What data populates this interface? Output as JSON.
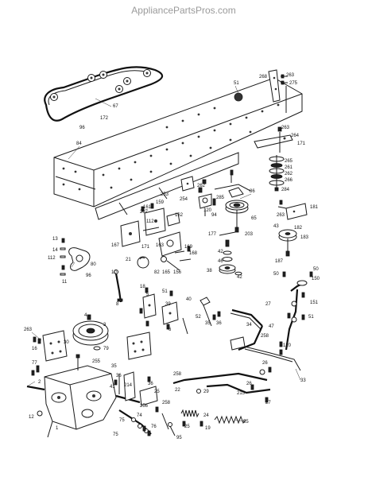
{
  "watermark": "AppliancePartsPros.com",
  "callouts": [
    {
      "id": "c51a",
      "text": "51"
    },
    {
      "id": "c268",
      "text": "268"
    },
    {
      "id": "c263a",
      "text": "263"
    },
    {
      "id": "c275",
      "text": "275"
    },
    {
      "id": "c263b",
      "text": "263"
    },
    {
      "id": "c264",
      "text": "264"
    },
    {
      "id": "c171a",
      "text": "171"
    },
    {
      "id": "c265",
      "text": "265"
    },
    {
      "id": "c261",
      "text": "261"
    },
    {
      "id": "c262a",
      "text": "262"
    },
    {
      "id": "c266",
      "text": "266"
    },
    {
      "id": "c284",
      "text": "284"
    },
    {
      "id": "c67",
      "text": "67"
    },
    {
      "id": "c96a",
      "text": "96"
    },
    {
      "id": "c172",
      "text": "172"
    },
    {
      "id": "c84",
      "text": "84"
    },
    {
      "id": "c262b",
      "text": "262"
    },
    {
      "id": "c86",
      "text": "86"
    },
    {
      "id": "c285",
      "text": "285"
    },
    {
      "id": "c253",
      "text": "253"
    },
    {
      "id": "c254",
      "text": "254"
    },
    {
      "id": "c65",
      "text": "65"
    },
    {
      "id": "c120a",
      "text": "120"
    },
    {
      "id": "c94",
      "text": "94"
    },
    {
      "id": "c263c",
      "text": "263"
    },
    {
      "id": "c181",
      "text": "181"
    },
    {
      "id": "c203",
      "text": "203"
    },
    {
      "id": "c161",
      "text": "161"
    },
    {
      "id": "c159",
      "text": "159"
    },
    {
      "id": "c207",
      "text": "207"
    },
    {
      "id": "c162",
      "text": "162"
    },
    {
      "id": "c112a",
      "text": "112"
    },
    {
      "id": "c43a",
      "text": "43"
    },
    {
      "id": "c182",
      "text": "182"
    },
    {
      "id": "c183",
      "text": "183"
    },
    {
      "id": "c13",
      "text": "13"
    },
    {
      "id": "c14",
      "text": "14"
    },
    {
      "id": "c112b",
      "text": "112"
    },
    {
      "id": "c167",
      "text": "167"
    },
    {
      "id": "c171b",
      "text": "171"
    },
    {
      "id": "c163",
      "text": "163"
    },
    {
      "id": "c177",
      "text": "177"
    },
    {
      "id": "c42a",
      "text": "42"
    },
    {
      "id": "c46",
      "text": "46"
    },
    {
      "id": "c169",
      "text": "169"
    },
    {
      "id": "c168",
      "text": "168"
    },
    {
      "id": "c187",
      "text": "187"
    },
    {
      "id": "c80",
      "text": "80"
    },
    {
      "id": "c96b",
      "text": "96"
    },
    {
      "id": "c11",
      "text": "11"
    },
    {
      "id": "c21",
      "text": "21"
    },
    {
      "id": "c82",
      "text": "82"
    },
    {
      "id": "c165",
      "text": "165"
    },
    {
      "id": "c156",
      "text": "156"
    },
    {
      "id": "c38",
      "text": "38"
    },
    {
      "id": "c42b",
      "text": "42"
    },
    {
      "id": "c50a",
      "text": "50"
    },
    {
      "id": "c50b",
      "text": "50"
    },
    {
      "id": "c150",
      "text": "150"
    },
    {
      "id": "c10",
      "text": "10"
    },
    {
      "id": "c18",
      "text": "18"
    },
    {
      "id": "c5",
      "text": "5"
    },
    {
      "id": "c51b",
      "text": "51"
    },
    {
      "id": "c8",
      "text": "8"
    },
    {
      "id": "c39",
      "text": "39"
    },
    {
      "id": "c40",
      "text": "40"
    },
    {
      "id": "c27a",
      "text": "27"
    },
    {
      "id": "c151",
      "text": "151"
    },
    {
      "id": "c4",
      "text": "4"
    },
    {
      "id": "c3",
      "text": "3"
    },
    {
      "id": "c6",
      "text": "6"
    },
    {
      "id": "c52",
      "text": "52"
    },
    {
      "id": "c35a",
      "text": "35"
    },
    {
      "id": "c36a",
      "text": "36"
    },
    {
      "id": "c47",
      "text": "47"
    },
    {
      "id": "c51c",
      "text": "51"
    },
    {
      "id": "c263d",
      "text": "263"
    },
    {
      "id": "c30",
      "text": "30"
    },
    {
      "id": "c16",
      "text": "16"
    },
    {
      "id": "c79",
      "text": "79"
    },
    {
      "id": "c34",
      "text": "34"
    },
    {
      "id": "c258",
      "text": "258"
    },
    {
      "id": "c120b",
      "text": "120"
    },
    {
      "id": "c33",
      "text": "33"
    },
    {
      "id": "c77",
      "text": "77"
    },
    {
      "id": "c255",
      "text": "255"
    },
    {
      "id": "c35b",
      "text": "35"
    },
    {
      "id": "c36b",
      "text": "36"
    },
    {
      "id": "c26a",
      "text": "26"
    },
    {
      "id": "c41",
      "text": "41"
    },
    {
      "id": "c214",
      "text": "214"
    },
    {
      "id": "c36c",
      "text": "36"
    },
    {
      "id": "c25a",
      "text": "25"
    },
    {
      "id": "c256",
      "text": "256"
    },
    {
      "id": "c258b",
      "text": "258"
    },
    {
      "id": "c22",
      "text": "22"
    },
    {
      "id": "c29",
      "text": "29"
    },
    {
      "id": "c26b",
      "text": "26"
    },
    {
      "id": "c215",
      "text": "215"
    },
    {
      "id": "c27b",
      "text": "27"
    },
    {
      "id": "c2",
      "text": "2"
    },
    {
      "id": "c12",
      "text": "12"
    },
    {
      "id": "c1",
      "text": "1"
    },
    {
      "id": "c74",
      "text": "74"
    },
    {
      "id": "c75a",
      "text": "75"
    },
    {
      "id": "c76",
      "text": "76"
    },
    {
      "id": "c75b",
      "text": "75"
    },
    {
      "id": "c25b",
      "text": "25"
    },
    {
      "id": "c95",
      "text": "95"
    },
    {
      "id": "c24",
      "text": "24"
    },
    {
      "id": "c19",
      "text": "19"
    },
    {
      "id": "c55",
      "text": "55"
    },
    {
      "id": "c258c",
      "text": "258"
    }
  ]
}
